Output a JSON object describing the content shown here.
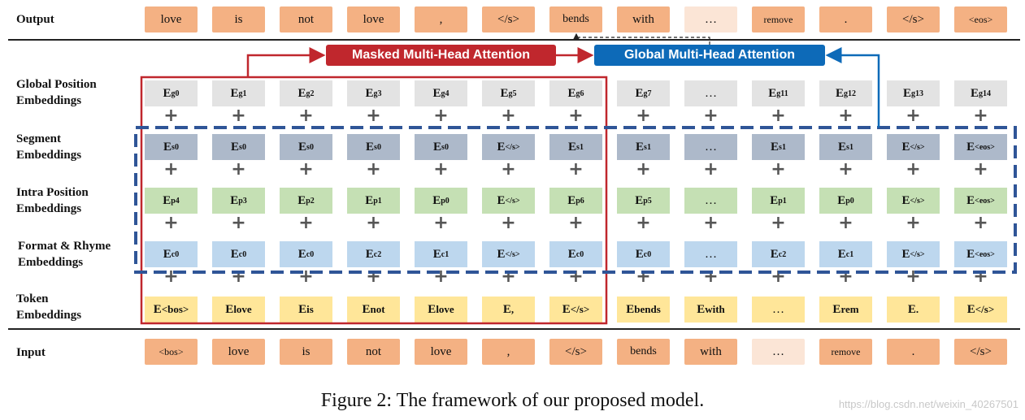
{
  "row_labels": {
    "output": "Output",
    "gpos": [
      "Global Position",
      "Embeddings"
    ],
    "seg": [
      "Segment",
      "Embeddings"
    ],
    "intra": [
      "Intra Position",
      "Embeddings"
    ],
    "fmt": [
      "Format & Rhyme",
      "Embeddings"
    ],
    "token": [
      "Token",
      "Embeddings"
    ],
    "input": "Input"
  },
  "attention": {
    "masked": "Masked Multi-Head Attention",
    "global": "Global Multi-Head Attention"
  },
  "output_tokens": [
    "love",
    "is",
    "not",
    "love",
    ",",
    "</s>",
    "bends",
    "with",
    "…",
    "remove",
    ".",
    "</s>",
    "<eos>"
  ],
  "input_tokens": [
    "<bos>",
    "love",
    "is",
    "not",
    "love",
    ",",
    "</s>",
    "bends",
    "with",
    "…",
    "remove",
    ".",
    "</s>"
  ],
  "gpos": [
    [
      "E",
      "g0"
    ],
    [
      "E",
      "g1"
    ],
    [
      "E",
      "g2"
    ],
    [
      "E",
      "g3"
    ],
    [
      "E",
      "g4"
    ],
    [
      "E",
      "g5"
    ],
    [
      "E",
      "g6"
    ],
    [
      "E",
      "g7"
    ],
    [
      "…",
      ""
    ],
    [
      "E",
      "g11"
    ],
    [
      "E",
      "g12"
    ],
    [
      "E",
      "g13"
    ],
    [
      "E",
      "g14"
    ]
  ],
  "seg": [
    [
      "E",
      "s0"
    ],
    [
      "E",
      "s0"
    ],
    [
      "E",
      "s0"
    ],
    [
      "E",
      "s0"
    ],
    [
      "E",
      "s0"
    ],
    [
      "E",
      "</s>"
    ],
    [
      "E",
      "s1"
    ],
    [
      "E",
      "s1"
    ],
    [
      "…",
      ""
    ],
    [
      "E",
      "s1"
    ],
    [
      "E",
      "s1"
    ],
    [
      "E",
      "</s>"
    ],
    [
      "E",
      "<eos>"
    ]
  ],
  "intra": [
    [
      "E",
      "p4"
    ],
    [
      "E",
      "p3"
    ],
    [
      "E",
      "p2"
    ],
    [
      "E",
      "p1"
    ],
    [
      "E",
      "p0"
    ],
    [
      "E",
      "</s>"
    ],
    [
      "E",
      "p6"
    ],
    [
      "E",
      "p5"
    ],
    [
      "…",
      ""
    ],
    [
      "E",
      "p1"
    ],
    [
      "E",
      "p0"
    ],
    [
      "E",
      "</s>"
    ],
    [
      "E",
      "<eos>"
    ]
  ],
  "fmt": [
    [
      "E",
      "c0"
    ],
    [
      "E",
      "c0"
    ],
    [
      "E",
      "c0"
    ],
    [
      "E",
      "c2"
    ],
    [
      "E",
      "c1"
    ],
    [
      "E",
      "</s>"
    ],
    [
      "E",
      "c0"
    ],
    [
      "E",
      "c0"
    ],
    [
      "…",
      ""
    ],
    [
      "E",
      "c2"
    ],
    [
      "E",
      "c1"
    ],
    [
      "E",
      "</s>"
    ],
    [
      "E",
      "<eos>"
    ]
  ],
  "token": [
    [
      "E",
      "<bos>"
    ],
    [
      "E",
      "love"
    ],
    [
      "E",
      "is"
    ],
    [
      "E",
      "not"
    ],
    [
      "E",
      "love"
    ],
    [
      "E",
      ","
    ],
    [
      "E",
      "</s>"
    ],
    [
      "E",
      "bends"
    ],
    [
      "E",
      "with"
    ],
    [
      "…",
      ""
    ],
    [
      "E",
      "rem"
    ],
    [
      "E",
      "."
    ],
    [
      "E",
      "</s>"
    ]
  ],
  "caption": "Figure 2: The framework of our proposed model.",
  "watermark": "https://blog.csdn.net/weixin_40267501",
  "colors": {
    "masked": "#c0272d",
    "global": "#0d6ab8",
    "dashed_box": "#2f5597",
    "output_token": "#f4b183",
    "global_pos": "#e3e3e3",
    "segment": "#adb9ca",
    "intra_pos": "#c5e0b4",
    "format_rhyme": "#bdd7ee",
    "token": "#ffe699"
  }
}
